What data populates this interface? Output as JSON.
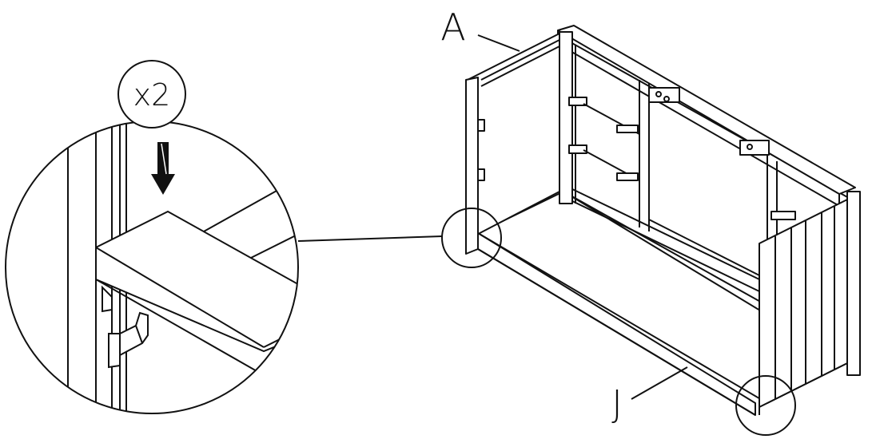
{
  "diagram": {
    "quantity_label": "x2",
    "part_labels": {
      "top_panel": "A",
      "bottom_panel": "J"
    },
    "colors": {
      "line": "#111111",
      "background": "#ffffff",
      "arrow": "#111111"
    },
    "icons": {
      "insert_arrow": "arrow-down-icon"
    }
  }
}
